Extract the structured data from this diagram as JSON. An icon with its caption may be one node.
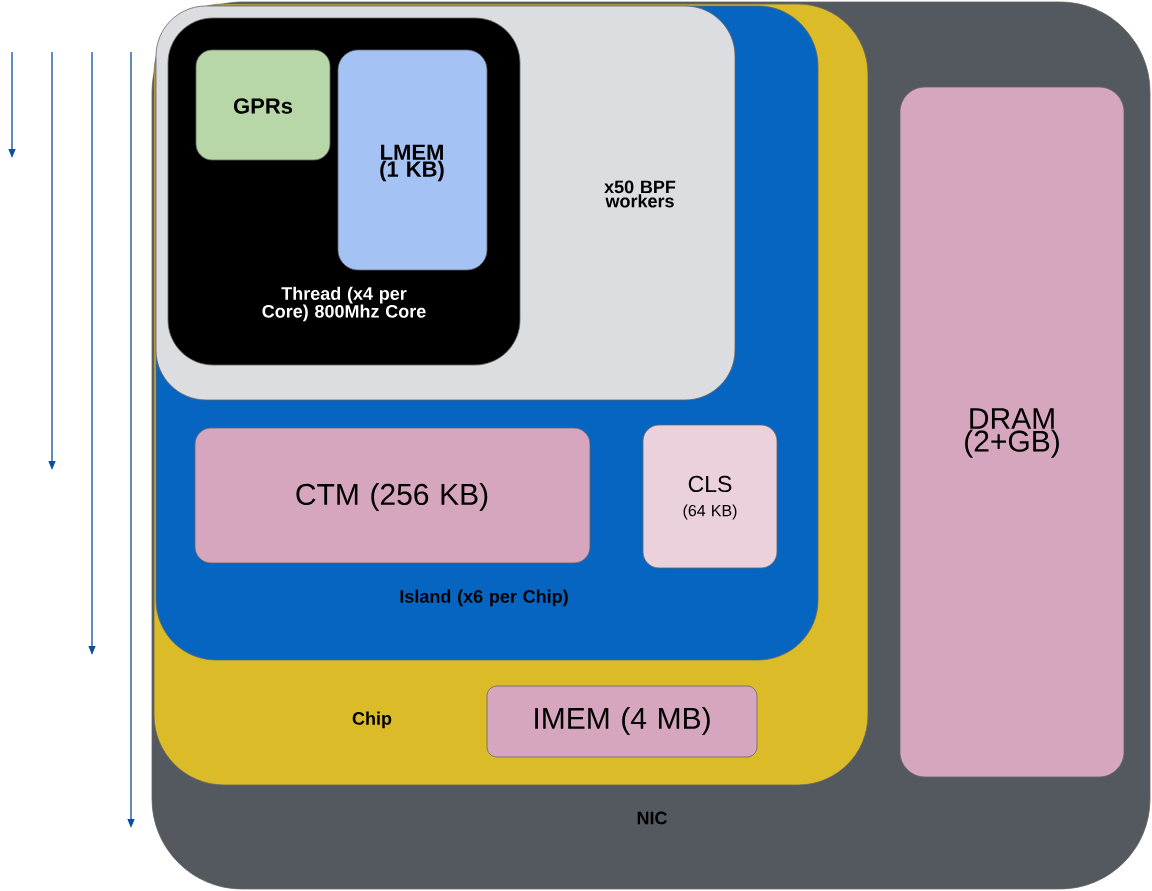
{
  "diagram": {
    "nodes": [
      {
        "text": [
          "NIC"
        ]
      },
      {
        "text": [
          "Chip"
        ],
        "in": 0
      },
      {
        "text": [
          "Island (x6 per Chip)"
        ],
        "in": 1
      },
      {
        "text": [
          "x50 BPF workers"
        ],
        "in": 2
      },
      {
        "text": [
          "Thread (x4 per Core) 800Mhz Core"
        ],
        "in": 3
      },
      {
        "text": [
          "GPRs"
        ],
        "in": 4
      },
      {
        "text": [
          "LMEM (1 KB)"
        ],
        "in": 4
      },
      {
        "text": [
          "CTM (256 KB)"
        ],
        "in": 2
      },
      {
        "text": [
          "CLS",
          "(64 KB)"
        ],
        "in": 2
      },
      {
        "text": [
          "IMEM (4 MB)"
        ],
        "in": 1
      },
      {
        "text": [
          "DRAM (2+GB)"
        ],
        "in": 0
      }
    ]
  }
}
